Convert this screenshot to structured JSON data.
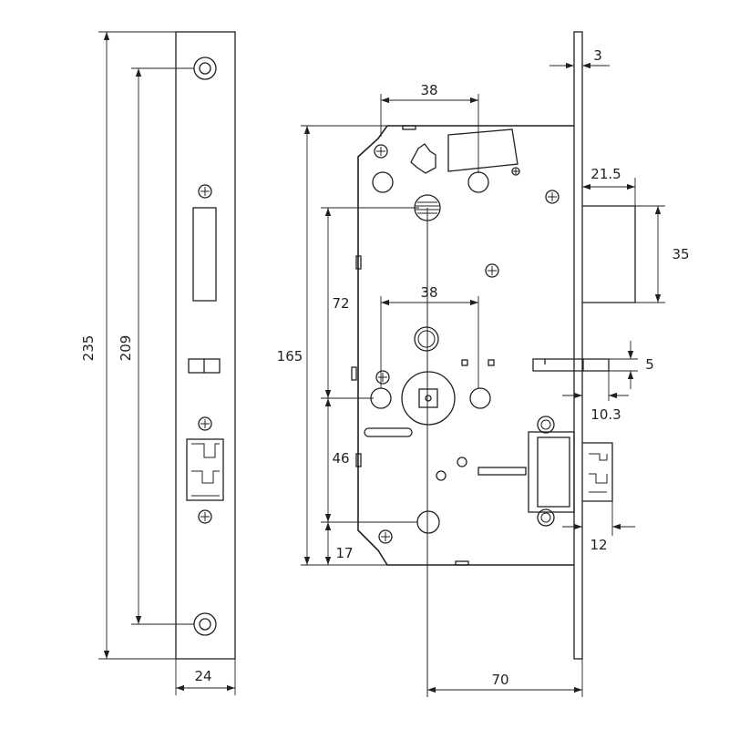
{
  "colors": {
    "line": "#231f20",
    "background": "#ffffff"
  },
  "dimensions": {
    "faceplate_height": "235",
    "screw_spacing": "209",
    "faceplate_width": "24",
    "plate_thickness": "3",
    "spindle_to_top_offset": "38",
    "latch_protrusion": "21.5",
    "latch_height": "35",
    "case_height": "165",
    "upper_spacing": "72",
    "follower_spacing": "38",
    "deadbolt_height": "5",
    "deadbolt_protrusion": "10.3",
    "lower_spacing": "46",
    "bottom_offset": "17",
    "dead_latch_protrusion": "12",
    "backset": "70"
  }
}
